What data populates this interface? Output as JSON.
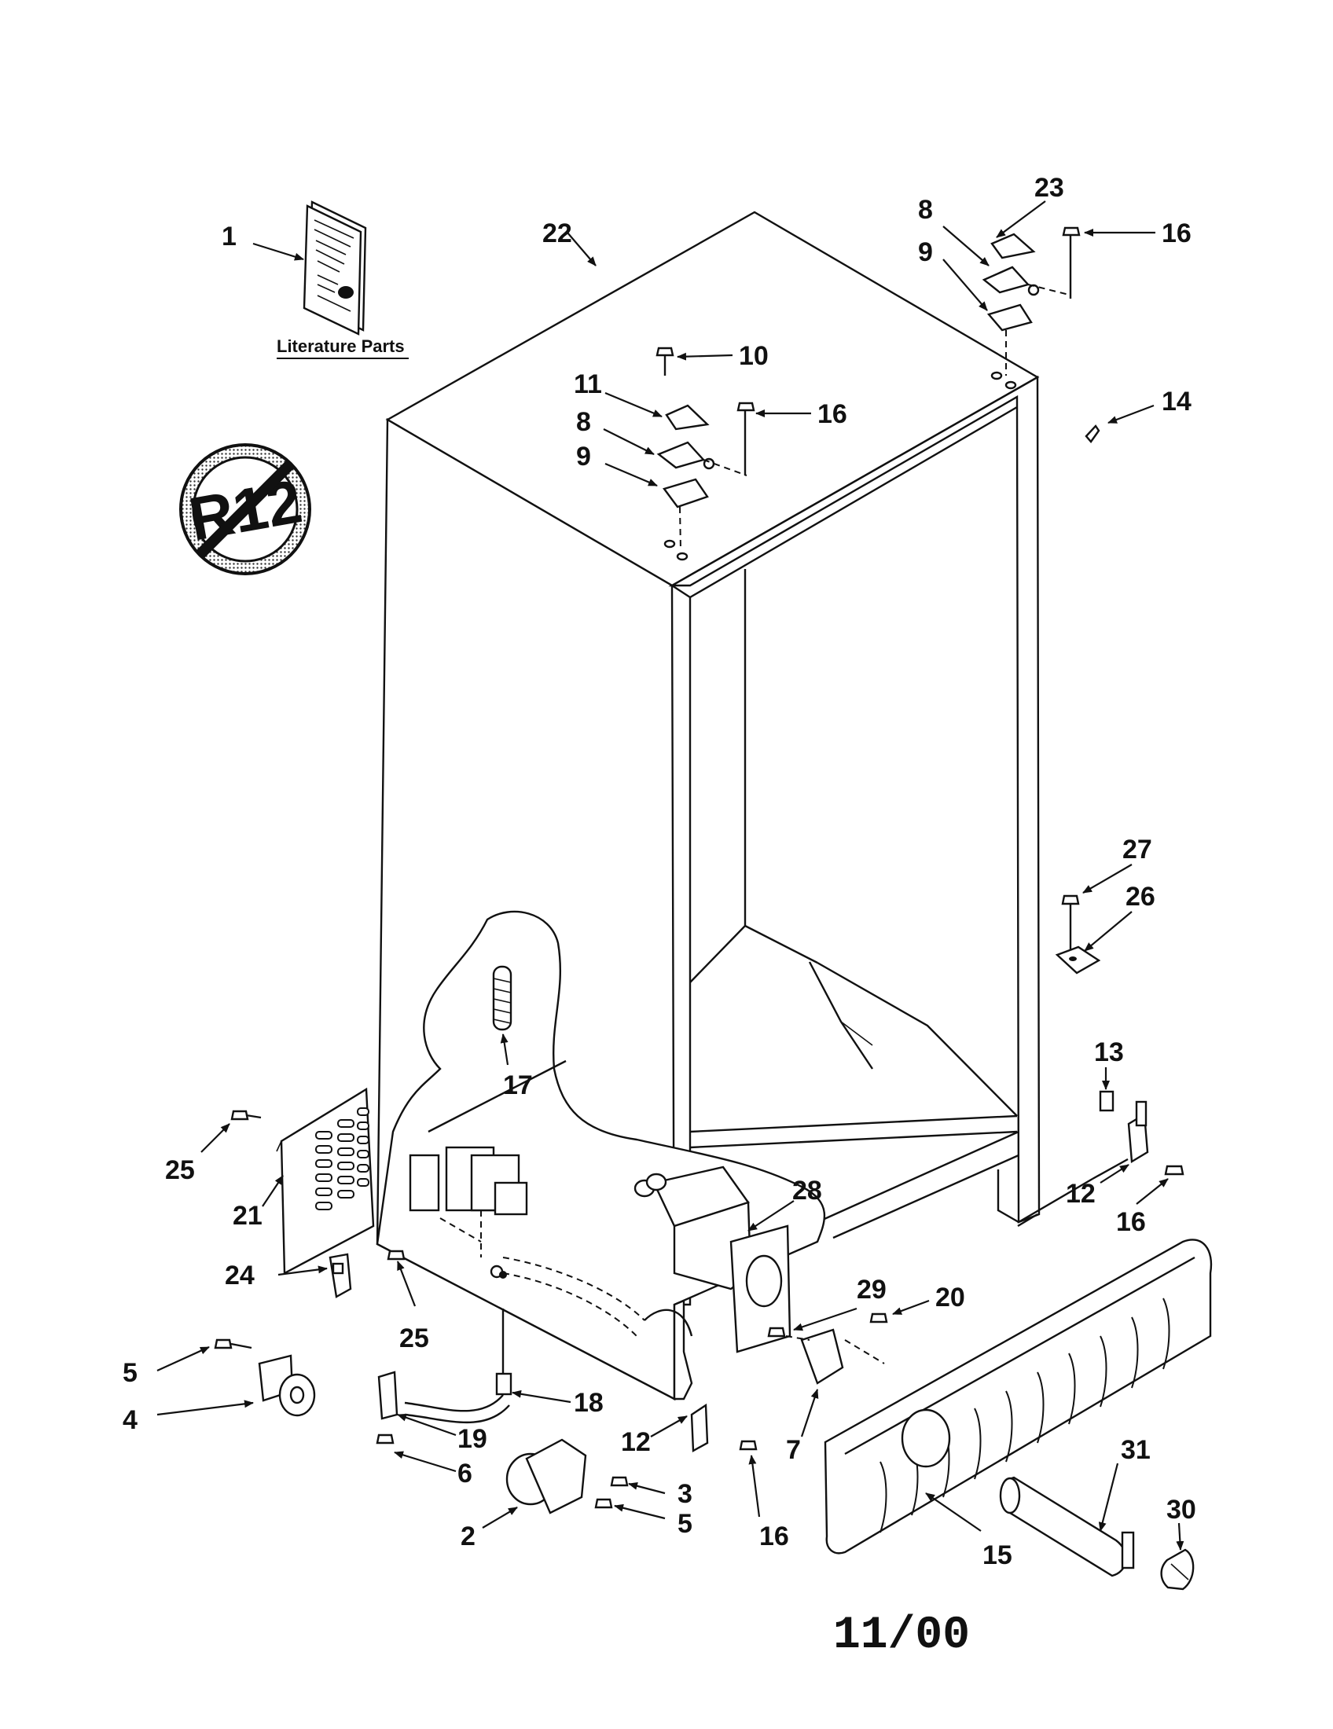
{
  "literature": {
    "label": "Literature Parts"
  },
  "badge": {
    "text": "R12"
  },
  "footer": {
    "date": "11/00"
  },
  "callouts": [
    {
      "id": "c1",
      "number": "1"
    },
    {
      "id": "c22",
      "number": "22"
    },
    {
      "id": "c23",
      "number": "23"
    },
    {
      "id": "c8a",
      "number": "8"
    },
    {
      "id": "c16a",
      "number": "16"
    },
    {
      "id": "c9a",
      "number": "9"
    },
    {
      "id": "c10",
      "number": "10"
    },
    {
      "id": "c11",
      "number": "11"
    },
    {
      "id": "c16b",
      "number": "16"
    },
    {
      "id": "c8b",
      "number": "8"
    },
    {
      "id": "c9b",
      "number": "9"
    },
    {
      "id": "c14",
      "number": "14"
    },
    {
      "id": "c27",
      "number": "27"
    },
    {
      "id": "c26",
      "number": "26"
    },
    {
      "id": "c13",
      "number": "13"
    },
    {
      "id": "c17",
      "number": "17"
    },
    {
      "id": "c25a",
      "number": "25"
    },
    {
      "id": "c21",
      "number": "21"
    },
    {
      "id": "c12a",
      "number": "12"
    },
    {
      "id": "c16c",
      "number": "16"
    },
    {
      "id": "c28",
      "number": "28"
    },
    {
      "id": "c24",
      "number": "24"
    },
    {
      "id": "c29",
      "number": "29"
    },
    {
      "id": "c20",
      "number": "20"
    },
    {
      "id": "c25b",
      "number": "25"
    },
    {
      "id": "c5a",
      "number": "5"
    },
    {
      "id": "c4",
      "number": "4"
    },
    {
      "id": "c18",
      "number": "18"
    },
    {
      "id": "c19",
      "number": "19"
    },
    {
      "id": "c12b",
      "number": "12"
    },
    {
      "id": "c7",
      "number": "7"
    },
    {
      "id": "c31",
      "number": "31"
    },
    {
      "id": "c6",
      "number": "6"
    },
    {
      "id": "c3",
      "number": "3"
    },
    {
      "id": "c30",
      "number": "30"
    },
    {
      "id": "c2",
      "number": "2"
    },
    {
      "id": "c5b",
      "number": "5"
    },
    {
      "id": "c16d",
      "number": "16"
    },
    {
      "id": "c15",
      "number": "15"
    }
  ]
}
